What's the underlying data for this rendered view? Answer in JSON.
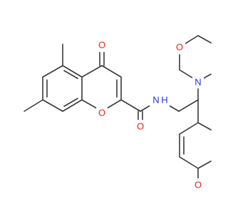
{
  "colors": {
    "background": "#ffffff",
    "bond": "#3a3a3a",
    "oxygen": "#e8231c",
    "nitrogen": "#2331e8"
  },
  "atoms": {
    "o_ketone": "O",
    "o_carbonyl_amide": "O",
    "o_ring_chromene": "O",
    "n_amide": "N",
    "h_amide": "H",
    "n_morpholine": "N",
    "o_morpholine": "O",
    "o_methoxy": "O"
  }
}
